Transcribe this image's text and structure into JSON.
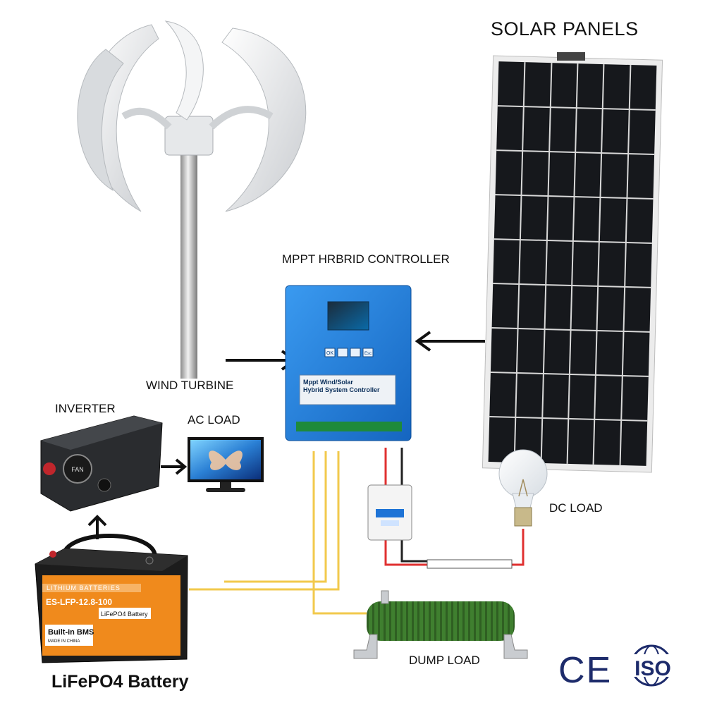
{
  "labels": {
    "solar_panels": "SOLAR PANELS",
    "controller": "MPPT HRBRID CONTROLLER",
    "wind_turbine": "WIND TURBINE",
    "inverter": "INVERTER",
    "ac_load": "AC LOAD",
    "dc_load": "DC LOAD",
    "dump_load": "DUMP LOAD",
    "battery": "LiFePO4 Battery"
  },
  "controller_panel": {
    "title_line1": "Mppt Wind/Solar",
    "title_line2": "Hybrid System Controller",
    "button_ok": "OK",
    "button_esc": "Esc"
  },
  "inverter_device": {
    "fan_label": "FAN"
  },
  "battery_device": {
    "brand_band": "LITHIUM BATTERIES",
    "model": "ES-LFP-12.8-100",
    "type": "LiFePO4 Battery",
    "bms": "Built-in BMS",
    "origin": "MADE IN CHINA"
  },
  "certifications": {
    "ce": "CE",
    "iso": "ISO"
  },
  "colors": {
    "controller_blue": "#1f7fd6",
    "wire_yellow": "#f2c94c",
    "wire_red": "#e03030",
    "battery_orange": "#f08a1c",
    "dump_green": "#3f7f2f"
  }
}
